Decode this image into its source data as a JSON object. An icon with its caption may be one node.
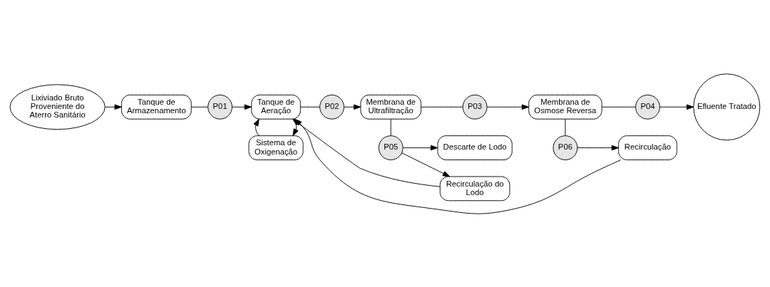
{
  "diagram": {
    "nodes": [
      {
        "text": [
          "Sistema de Oxigenação"
        ]
      },
      {
        "text": [
          "Lixiviado Bruto Proveniente do Aterro Sanitário"
        ]
      },
      {
        "text": [
          "Tanque de Armazenamento"
        ]
      },
      {
        "text": [
          "P01"
        ]
      },
      {
        "text": [
          "Tanque de Aeração"
        ]
      },
      {
        "text": [
          "P02"
        ]
      },
      {
        "text": [
          "Membrana de Ultrafiltração"
        ]
      },
      {
        "text": [
          "P03"
        ]
      },
      {
        "text": [
          "Membrana de Osmose Reversa"
        ]
      },
      {
        "text": [
          "P04"
        ]
      },
      {
        "text": [
          "Efluente Tratado"
        ]
      },
      {
        "text": [
          "P05"
        ]
      },
      {
        "text": [
          "P06"
        ]
      },
      {
        "text": [
          "Recirculação do Lodo"
        ]
      },
      {
        "text": [
          "Recirculação"
        ]
      },
      {
        "text": [
          "Descarte de Lodo"
        ]
      }
    ],
    "edges": [
      {
        "from": 1,
        "to": 2,
        "arrow": "to"
      },
      {
        "from": 2,
        "to": 3,
        "arrow": "none"
      },
      {
        "from": 3,
        "to": 4,
        "arrow": "to"
      },
      {
        "from": 4,
        "to": 0,
        "arrow": "to"
      },
      {
        "from": 0,
        "to": 4,
        "arrow": "to"
      },
      {
        "from": 4,
        "to": 5,
        "arrow": "none"
      },
      {
        "from": 5,
        "to": 6,
        "arrow": "to"
      },
      {
        "from": 6,
        "to": 7,
        "arrow": "none"
      },
      {
        "from": 7,
        "to": 8,
        "arrow": "to"
      },
      {
        "from": 8,
        "to": 9,
        "arrow": "none"
      },
      {
        "from": 9,
        "to": 10,
        "arrow": "to"
      },
      {
        "from": 6,
        "to": 11,
        "arrow": "none"
      },
      {
        "from": 8,
        "to": 12,
        "arrow": "none"
      },
      {
        "from": 11,
        "to": 13,
        "arrow": "to"
      },
      {
        "from": 11,
        "to": 15,
        "arrow": "to"
      },
      {
        "from": 12,
        "to": 14,
        "arrow": "to"
      },
      {
        "from": 13,
        "to": 4,
        "arrow": "to"
      },
      {
        "from": 14,
        "to": 4,
        "arrow": "to"
      }
    ]
  }
}
